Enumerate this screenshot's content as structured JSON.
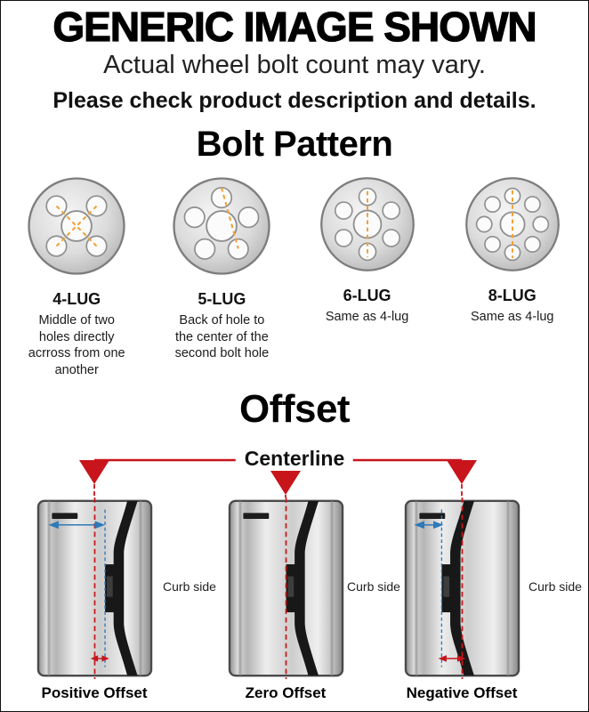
{
  "header": {
    "title": "GENERIC IMAGE SHOWN",
    "subtitle": "Actual wheel bolt count may vary.",
    "note": "Please check product description and details."
  },
  "bolt_pattern": {
    "title": "Bolt Pattern",
    "items": [
      {
        "label": "4-LUG",
        "description": "Middle of two holes directly acrross from one another"
      },
      {
        "label": "5-LUG",
        "description": "Back of hole to the center of the second bolt hole"
      },
      {
        "label": "6-LUG",
        "description": "Same as 4-lug"
      },
      {
        "label": "8-LUG",
        "description": "Same as 4-lug"
      }
    ]
  },
  "offset": {
    "title": "Offset",
    "centerline_label": "Centerline",
    "curb_side_label": "Curb side",
    "diagrams": [
      {
        "label": "Positive Offset"
      },
      {
        "label": "Zero Offset"
      },
      {
        "label": "Negative Offset"
      }
    ]
  },
  "colors": {
    "accent_red": "#c8151b",
    "measure_orange": "#f0a23a",
    "measure_blue": "#2e79b8",
    "wheel_dark": "#181818"
  }
}
